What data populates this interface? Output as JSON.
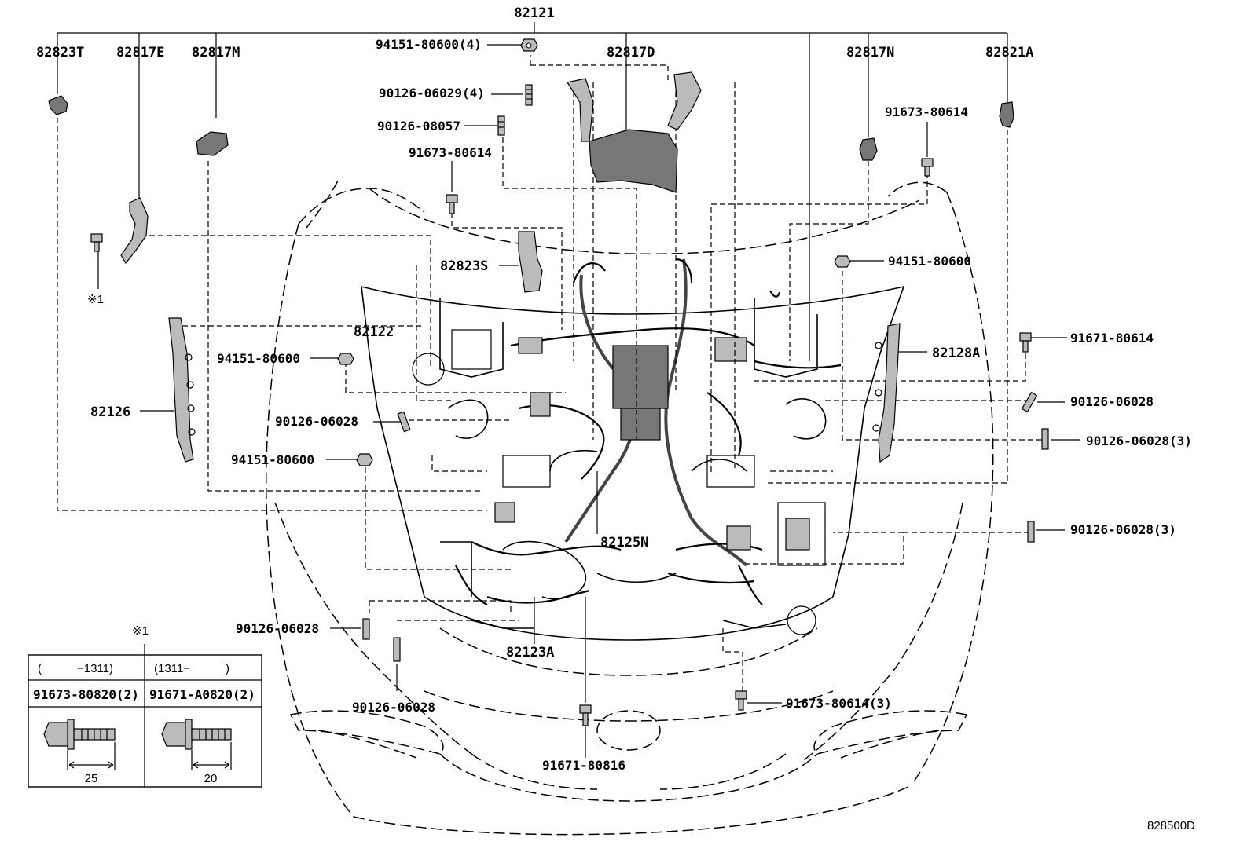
{
  "diagram": {
    "figure_code": "828500D",
    "labels": {
      "p82121": "82121",
      "p82823T": "82823T",
      "p82817E": "82817E",
      "p82817M": "82817M",
      "p94151_80600_4": "94151-80600(4)",
      "p82817D": "82817D",
      "p82817N": "82817N",
      "p82821A": "82821A",
      "p90126_06029_4": "90126-06029(4)",
      "p90126_08057": "90126-08057",
      "p91673_80614_a": "91673-80614",
      "p91673_80614_b": "91673-80614",
      "p94151_80600_r": "94151-80600",
      "p82823S": "82823S",
      "ref1_a": "※1",
      "p82122": "82122",
      "p94151_80600_l1": "94151-80600",
      "p91671_80614": "91671-80614",
      "p82128A": "82128A",
      "p90126_06028_r1": "90126-06028",
      "p90126_06028_l1": "90126-06028",
      "p82126": "82126",
      "p90126_06028_3a": "90126-06028(3)",
      "p94151_80600_l2": "94151-80600",
      "p90126_06028_3b": "90126-06028(3)",
      "p82125N": "82125N",
      "p90126_06028_l2": "90126-06028",
      "p82123A": "82123A",
      "p90126_06028_b": "90126-06028",
      "p91673_80614_3": "91673-80614(3)",
      "p91671_80816": "91671-80816",
      "ref1_b": "※1"
    },
    "table": {
      "col1_header": "(　　　−1311)",
      "col2_header": "(1311−　　　)",
      "col1_part": "91673-80820(2)",
      "col2_part": "91671-A0820(2)",
      "col1_dim": "25",
      "col2_dim": "20"
    }
  }
}
